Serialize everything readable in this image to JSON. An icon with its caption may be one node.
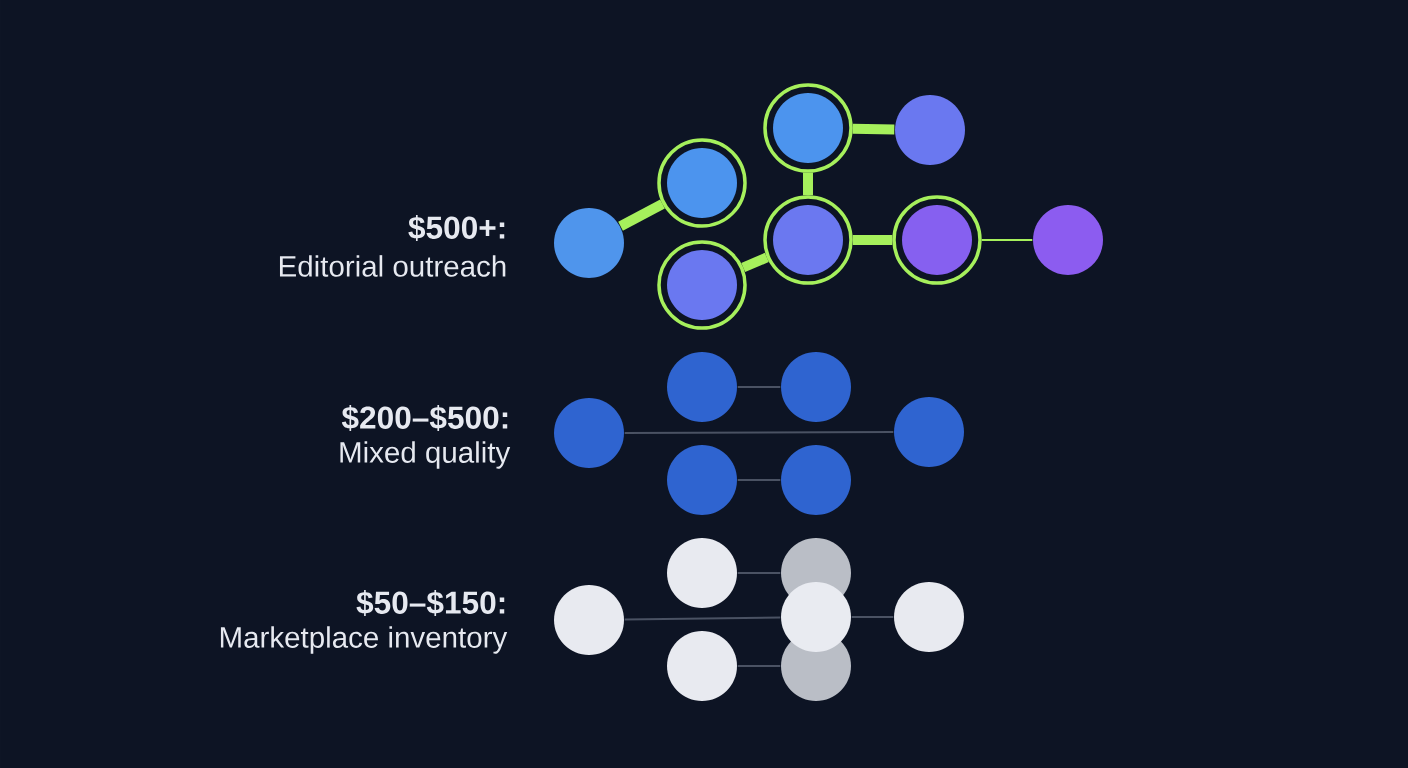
{
  "diagram": {
    "nodes": [
      {
        "text": [],
        "shape": "circle"
      },
      {
        "text": [],
        "shape": "circle"
      },
      {
        "text": [],
        "shape": "circle"
      },
      {
        "text": [],
        "shape": "circle"
      },
      {
        "text": [],
        "shape": "circle"
      },
      {
        "text": [],
        "shape": "circle"
      },
      {
        "text": [],
        "shape": "circle"
      },
      {
        "text": [],
        "shape": "circle"
      },
      {
        "text": [],
        "shape": "circle"
      },
      {
        "text": [],
        "shape": "circle"
      },
      {
        "text": [],
        "shape": "circle"
      },
      {
        "text": [],
        "shape": "circle"
      },
      {
        "text": [],
        "shape": "circle"
      },
      {
        "text": [],
        "shape": "circle"
      },
      {
        "text": [],
        "shape": "circle"
      },
      {
        "text": [],
        "shape": "circle"
      },
      {
        "text": [],
        "shape": "circle"
      },
      {
        "text": [],
        "shape": "circle"
      },
      {
        "text": [],
        "shape": "circle"
      },
      {
        "text": [],
        "shape": "circle"
      },
      {
        "text": [],
        "shape": "circle"
      }
    ],
    "edges": [
      {
        "from": 0,
        "to": 1,
        "arrow": "none",
        "style": "thick",
        "color": "#a6f05c"
      },
      {
        "from": 2,
        "to": 5,
        "arrow": "none",
        "style": "thick",
        "color": "#a6f05c"
      },
      {
        "from": 3,
        "to": 5,
        "arrow": "none",
        "style": "thick",
        "color": "#a6f05c"
      },
      {
        "from": 3,
        "to": 4,
        "arrow": "none",
        "style": "thick",
        "color": "#a6f05c"
      },
      {
        "from": 5,
        "to": 6,
        "arrow": "none",
        "style": "thick",
        "color": "#a6f05c"
      },
      {
        "from": 6,
        "to": 7,
        "arrow": "none",
        "color": "#a6f05c"
      },
      {
        "from": 9,
        "to": 10,
        "arrow": "none"
      },
      {
        "from": 8,
        "to": 13,
        "arrow": "none"
      },
      {
        "from": 11,
        "to": 12,
        "arrow": "none"
      },
      {
        "from": 15,
        "to": 16,
        "arrow": "none"
      },
      {
        "from": 14,
        "to": 19,
        "arrow": "none"
      },
      {
        "from": 19,
        "to": 20,
        "arrow": "none"
      },
      {
        "from": 17,
        "to": 18,
        "arrow": "none"
      }
    ],
    "labels": [
      "$500+:",
      "Editorial outreach",
      "$200–$500:",
      "Mixed quality",
      "$50–$150:",
      "Marketplace inventory"
    ]
  }
}
